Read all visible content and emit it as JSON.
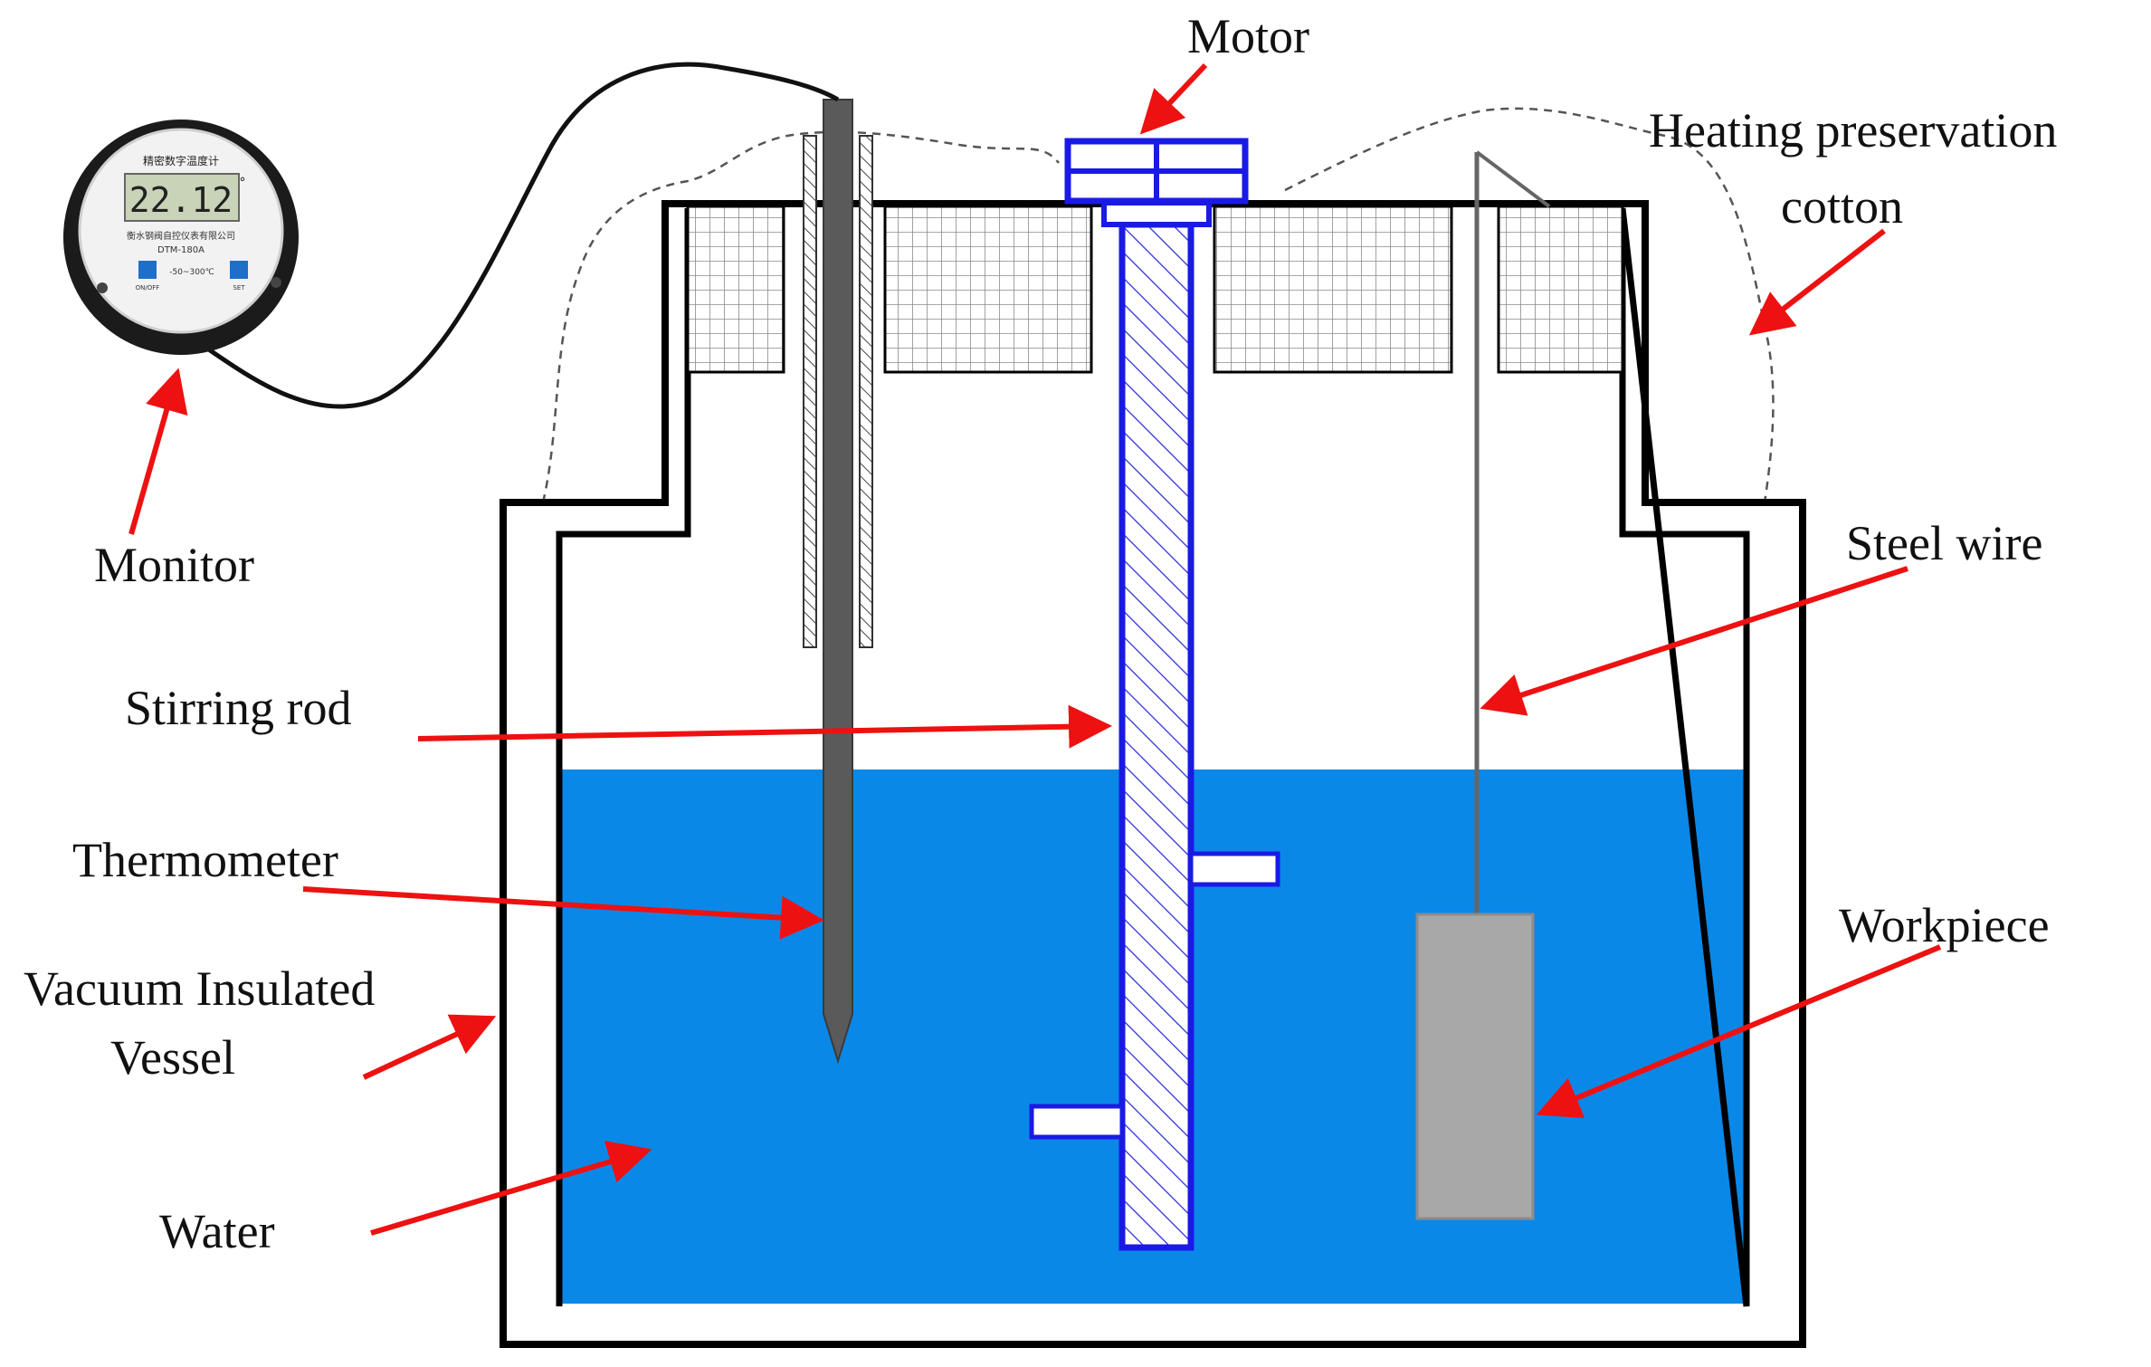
{
  "labels": {
    "motor": "Motor",
    "heating_line1": "Heating preservation",
    "heating_line2": "cotton",
    "monitor": "Monitor",
    "steel_wire": "Steel wire",
    "stirring_rod": "Stirring rod",
    "thermometer": "Thermometer",
    "vessel_line1": "Vacuum Insulated",
    "vessel_line2": "Vessel",
    "workpiece": "Workpiece",
    "water": "Water"
  },
  "monitor_device": {
    "header": "精密数字温度计",
    "reading": "22.12",
    "unit": "°",
    "maker": "衡水钢阀自控仪表有限公司",
    "model": "DTM-180A",
    "range": "-50~300℃",
    "left_key": "ON/OFF",
    "right_key": "SET"
  },
  "colors": {
    "water": "#0a88e8",
    "stirring_rod": "#1a1ae6",
    "workpiece": "#a8a8a8",
    "thermometer": "#5a5a5a",
    "arrow": "#ee1111",
    "vessel_wall": "#000000"
  }
}
